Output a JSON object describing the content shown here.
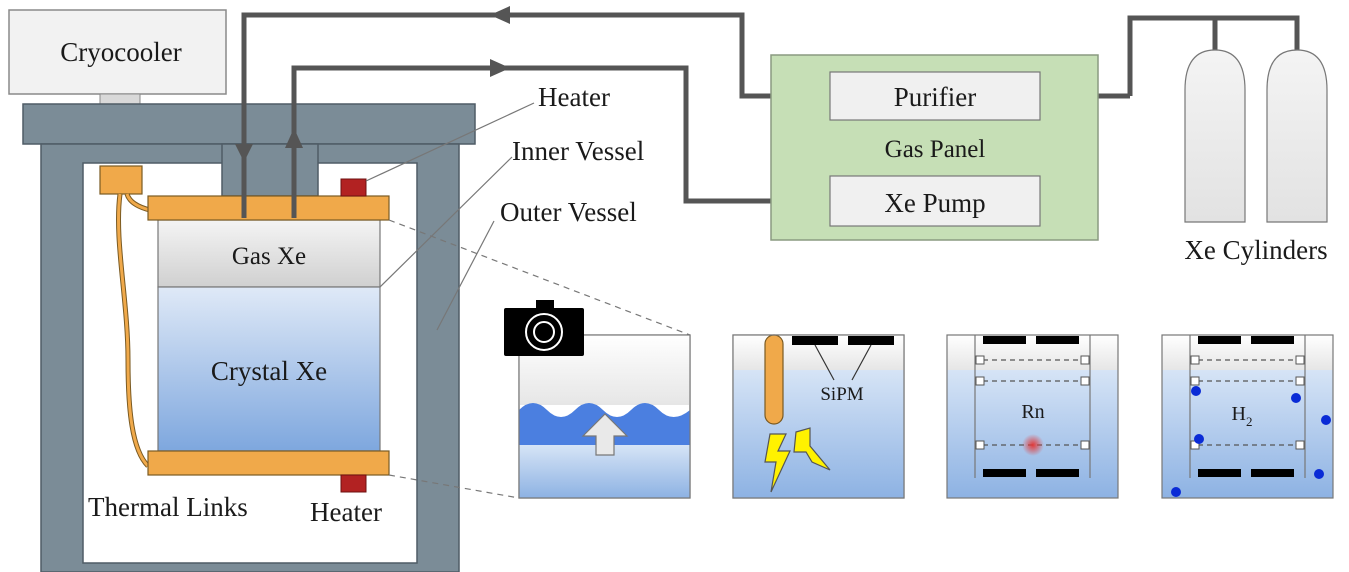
{
  "labels": {
    "cryocooler": "Cryocooler",
    "heater_top": "Heater",
    "inner_vessel": "Inner Vessel",
    "outer_vessel": "Outer Vessel",
    "gas_xe": "Gas Xe",
    "crystal_xe": "Crystal Xe",
    "thermal_links": "Thermal Links",
    "heater_bottom": "Heater",
    "purifier": "Purifier",
    "gas_panel": "Gas Panel",
    "xe_pump": "Xe Pump",
    "xe_cylinders": "Xe Cylinders",
    "sipm": "SiPM",
    "rn": "Rn",
    "h2_base": "H",
    "h2_sub": "2"
  },
  "colors": {
    "vessel_gray": "#7b8c97",
    "copper": "#f0a94a",
    "heater_red": "#b22222",
    "gas_panel_green": "#c6dfb6",
    "pipe_gray": "#555555",
    "liquid_blue": "#7ea7de"
  }
}
